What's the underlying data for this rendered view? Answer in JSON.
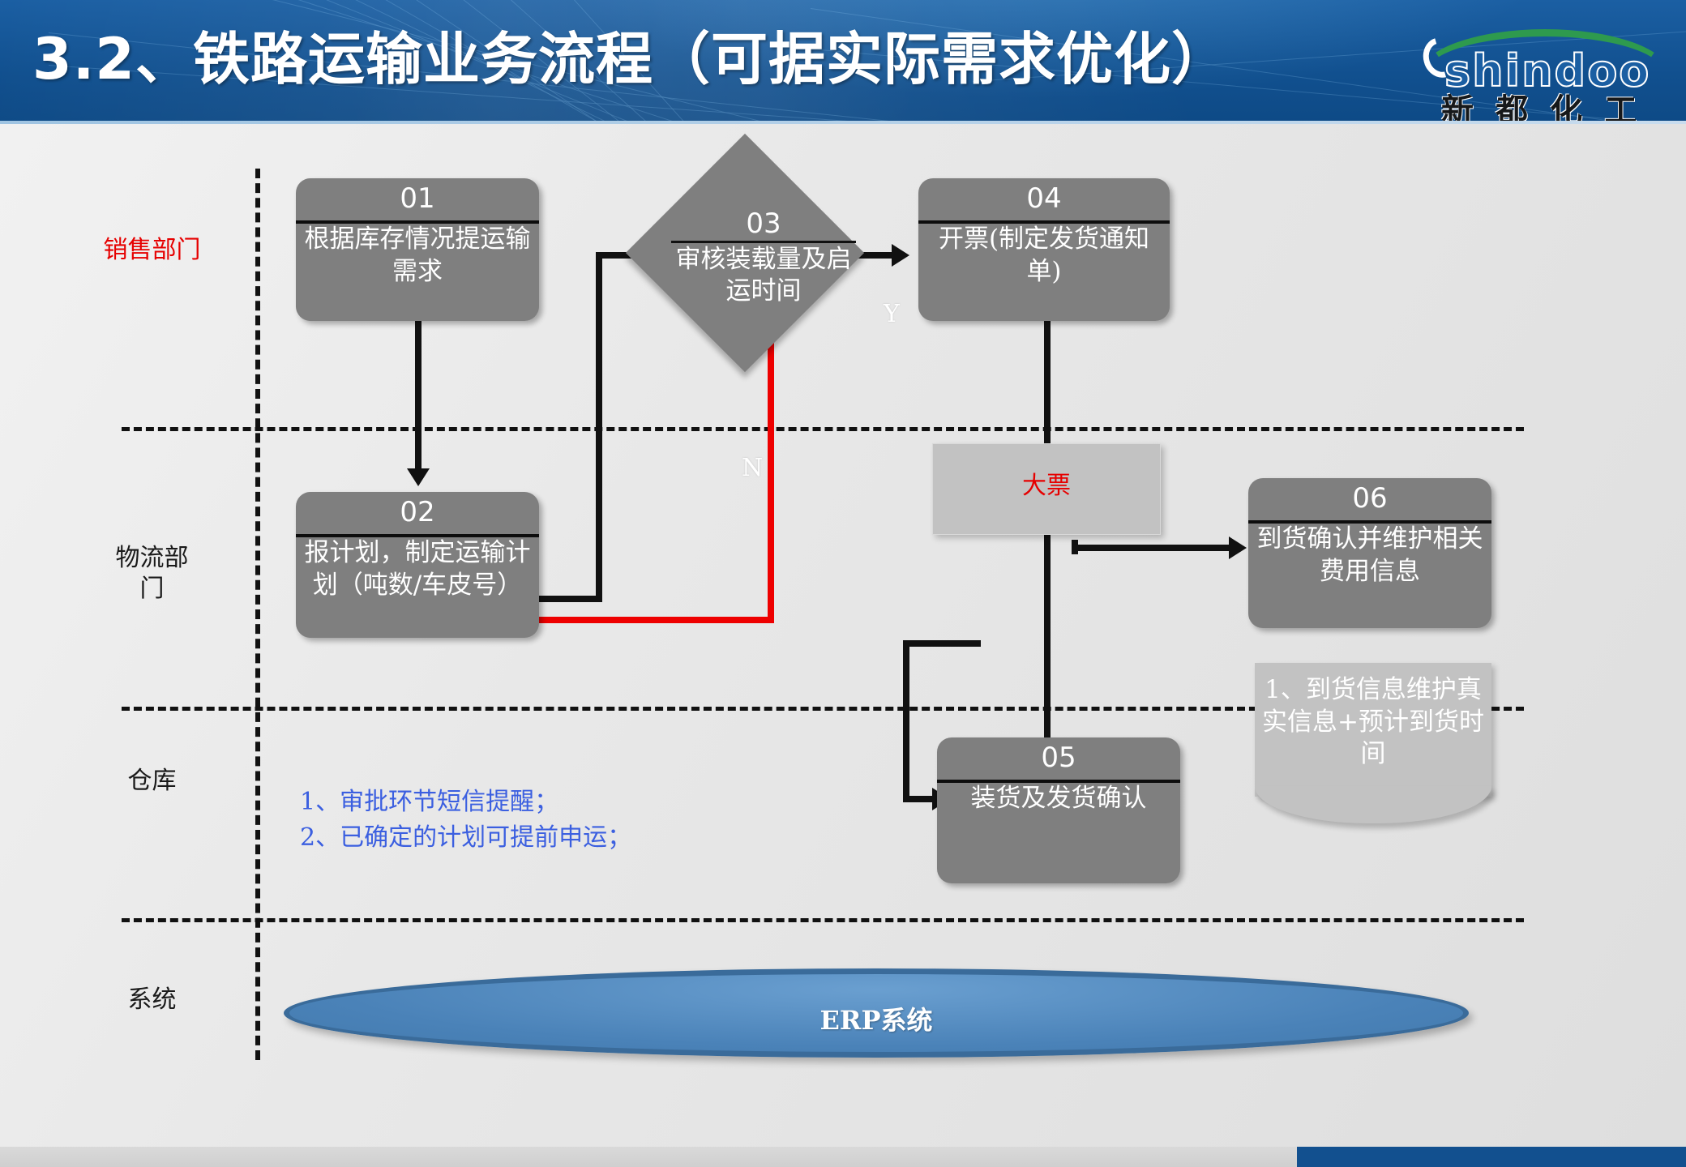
{
  "header": {
    "title": "3.2、铁路运输业务流程（可据实际需求优化）",
    "background_color": "#12508f",
    "logo": {
      "wordmark": "shindoo",
      "chinese": "新 都 化 工",
      "swoosh_color": "#2e9a4e"
    }
  },
  "lanes": [
    {
      "id": "sales",
      "label": "销售部门",
      "color": "#e60000"
    },
    {
      "id": "logistics",
      "label": "物流部\n门",
      "color": "#1a1a1a"
    },
    {
      "id": "warehouse",
      "label": "仓库",
      "color": "#1a1a1a"
    },
    {
      "id": "system",
      "label": "系统",
      "color": "#1a1a1a"
    }
  ],
  "nodes": {
    "n01": {
      "number": "01",
      "text": "根据库存情况提运输需求"
    },
    "n02": {
      "number": "02",
      "text": "报计划，制定运输计划（吨数/车皮号）"
    },
    "n03": {
      "number": "03",
      "text": "审核装载量及启运时间"
    },
    "n04": {
      "number": "04",
      "text": "开票(制定发货通知单)"
    },
    "n05": {
      "number": "05",
      "text": "装货及发货确认"
    },
    "n06": {
      "number": "06",
      "text": "到货确认并维护相关费用信息"
    }
  },
  "annotations": {
    "big_ticket": "大票",
    "arrival_note": "1、到货信息维护真实信息+预计到货时间",
    "blue_notes": [
      "1、审批环节短信提醒；",
      "2、已确定的计划可提前申运；"
    ]
  },
  "branches": {
    "yes": "Y",
    "no": "N"
  },
  "system": {
    "erp_label": "ERP系统",
    "fill_color": "#4a82b8"
  },
  "colors": {
    "node_fill": "#7f7f7f",
    "note_fill": "#c2c2c2",
    "connector": "#111111",
    "reject_connector": "#ee0000",
    "accent_red": "#e60000",
    "note_blue": "#3b5fe0"
  }
}
